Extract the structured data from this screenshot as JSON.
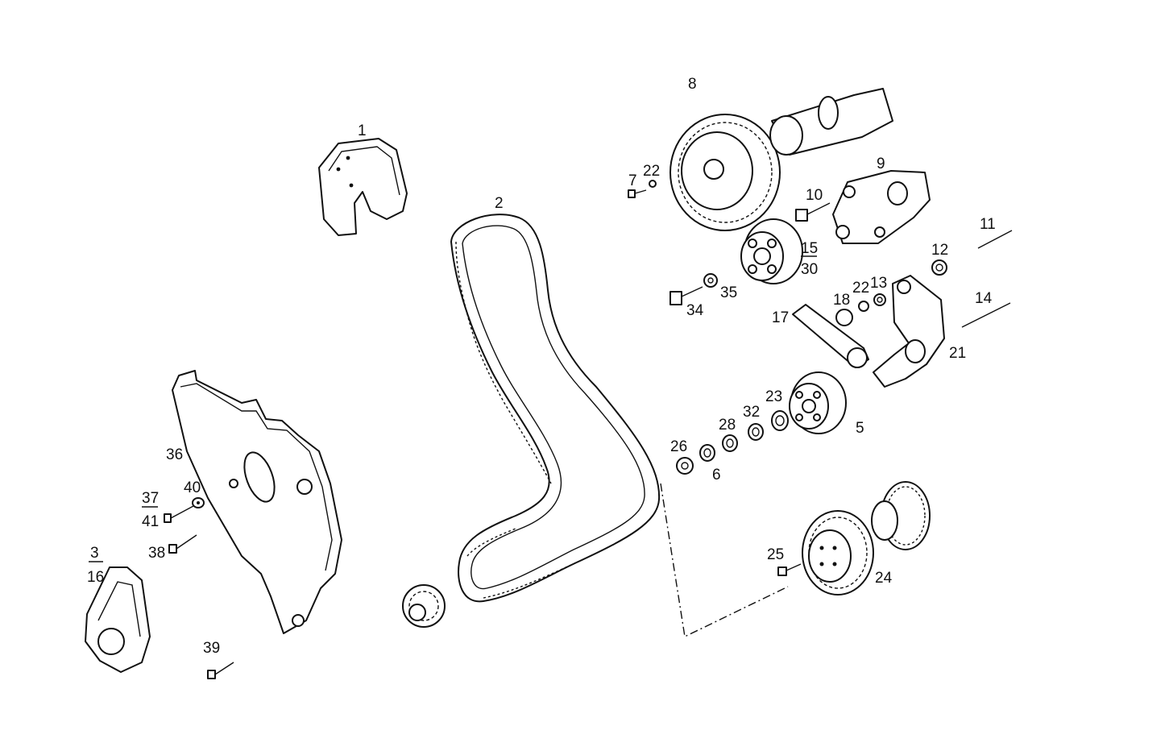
{
  "colors": {
    "ink": "#111111",
    "paper": "#ffffff"
  },
  "labels": {
    "l1": "1",
    "l2": "2",
    "l3": "3",
    "l16": "16",
    "l36": "36",
    "l37": "37",
    "l41": "41",
    "l40": "40",
    "l38": "38",
    "l39": "39",
    "l7": "7",
    "l22a": "22",
    "l8": "8",
    "l9": "9",
    "l10": "10",
    "l15": "15",
    "l30": "30",
    "l11": "11",
    "l12": "12",
    "l34": "34",
    "l35": "35",
    "l18": "18",
    "l22b": "22",
    "l13": "13",
    "l14": "14",
    "l17": "17",
    "l21": "21",
    "l23": "23",
    "l32": "32",
    "l28": "28",
    "l26": "26",
    "l6": "6",
    "l5": "5",
    "l25": "25",
    "l24": "24"
  }
}
